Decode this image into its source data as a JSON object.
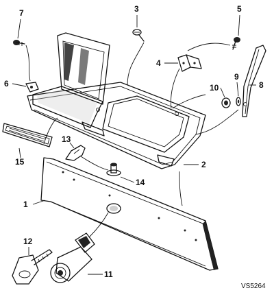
{
  "diagram": {
    "callouts": {
      "c1": "1",
      "c2": "2",
      "c3": "3",
      "c4": "4",
      "c5": "5",
      "c6": "6",
      "c7": "7",
      "c8": "8",
      "c9": "9",
      "c10": "10",
      "c11": "11",
      "c12": "12",
      "c13": "13",
      "c14": "14",
      "c15": "15"
    },
    "reference_code": "VS5264"
  }
}
